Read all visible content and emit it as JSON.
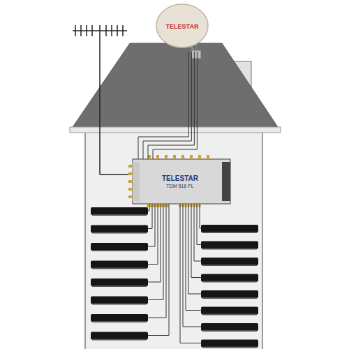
{
  "diagram": {
    "nodes": [
      {
        "text": [
          "TELESTAR"
        ]
      },
      {
        "text": [
          "TELESTAR",
          "TDM 516 PL"
        ]
      }
    ],
    "edges": [
      {
        "from": 0,
        "to": 1,
        "arrow": "none"
      },
      {
        "from": 0,
        "to": 1,
        "arrow": "none"
      },
      {
        "from": 0,
        "to": 1,
        "arrow": "none"
      },
      {
        "from": 0,
        "to": 1,
        "arrow": "none"
      }
    ]
  }
}
